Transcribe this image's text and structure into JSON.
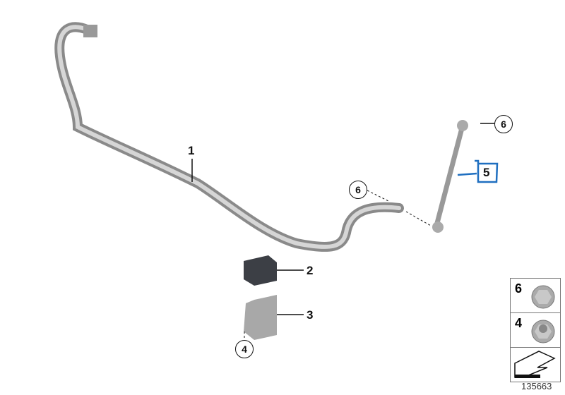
{
  "diagram": {
    "callouts": [
      {
        "id": "1",
        "label": "1"
      },
      {
        "id": "2",
        "label": "2"
      },
      {
        "id": "3",
        "label": "3"
      },
      {
        "id": "4",
        "label": "4"
      },
      {
        "id": "5",
        "label": "5"
      },
      {
        "id": "6a",
        "label": "6"
      },
      {
        "id": "6b",
        "label": "6"
      }
    ],
    "legend": [
      {
        "label": "6",
        "part": "flange-nut-self-locking"
      },
      {
        "label": "4",
        "part": "flange-nut"
      },
      {
        "part": "arrow-symbol"
      }
    ],
    "reference": "135663",
    "annotation_color": "#1f6fc0"
  }
}
